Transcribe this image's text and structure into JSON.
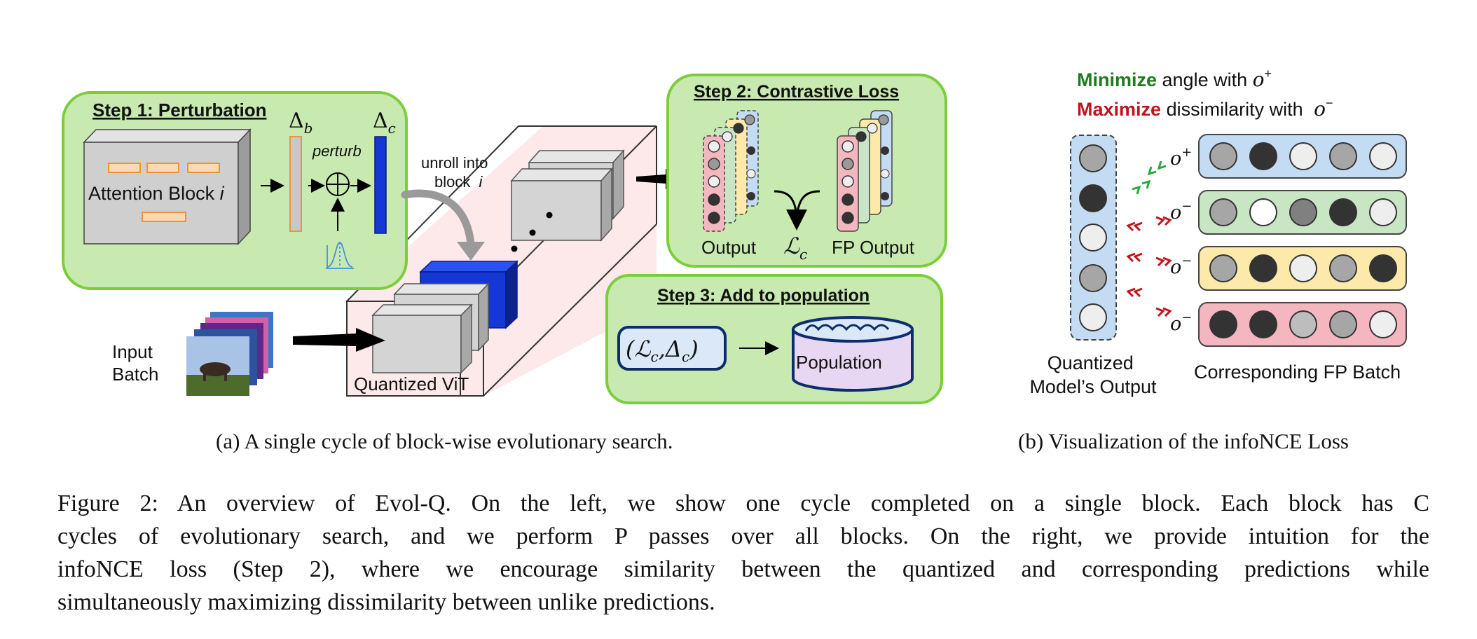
{
  "panel_a": {
    "step1_title": "Step 1: Perturbation",
    "attention_block": "Attention Block",
    "attention_block_index": "i",
    "delta_b_main": "Δ",
    "delta_b_sub": "b",
    "delta_c_main": "Δ",
    "delta_c_sub": "c",
    "perturb_label": "perturb",
    "unroll_line1": "unroll into",
    "unroll_line2_prefix": "block",
    "unroll_line2_var": "i",
    "input_label_line1": "Input",
    "input_label_line2": "Batch",
    "quantized_vit": "Quantized ViT",
    "step2_title": "Step 2: Contrastive Loss",
    "output_label": "Output",
    "loss_main": "ℒ",
    "loss_sub": "c",
    "fp_output_label": "FP Output",
    "step3_title": "Step 3: Add to population",
    "tuple_text": "(ℒ",
    "tuple_sub1": "c",
    "tuple_mid": ",Δ",
    "tuple_sub2": "c",
    "tuple_end": ")",
    "population_label": "Population"
  },
  "panel_b": {
    "minimize_word": "Minimize",
    "minimize_rest": " angle with ",
    "o_symbol": "o",
    "plus_sup": "+",
    "maximize_word": "Maximize",
    "maximize_rest": " dissimilarity with ",
    "minus_sup": "−",
    "quantized_line1": "Quantized",
    "quantized_line2": "Model’s Output",
    "fp_batch_label": "Corresponding FP Batch"
  },
  "captions": {
    "sub_a": "(a) A single cycle of block-wise evolutionary search.",
    "sub_b": "(b) Visualization of the infoNCE Loss",
    "main_lines": [
      "Figure 2: An overview of Evol-Q. On the left, we show one cycle completed on a single block. Each block has C",
      "cycles of evolutionary search, and we perform P passes over all blocks. On the right, we provide intuition for the",
      "infoNCE loss (Step 2), where we encourage similarity between the quantized and corresponding predictions while",
      "simultaneously maximizing dissimilarity between unlike predictions."
    ]
  },
  "colors": {
    "step_fill": "#c8eab0",
    "step_border": "#7ccd3a",
    "minimize_green": "#1f7a1f",
    "maximize_red": "#c0141c",
    "vit_fill": "#fde8ea",
    "blue_block": "#1437d6",
    "row_blue": "#c3dcf3",
    "row_green": "#c8e6c4",
    "row_yellow": "#fde9a9",
    "row_pink": "#f4b7bf"
  }
}
